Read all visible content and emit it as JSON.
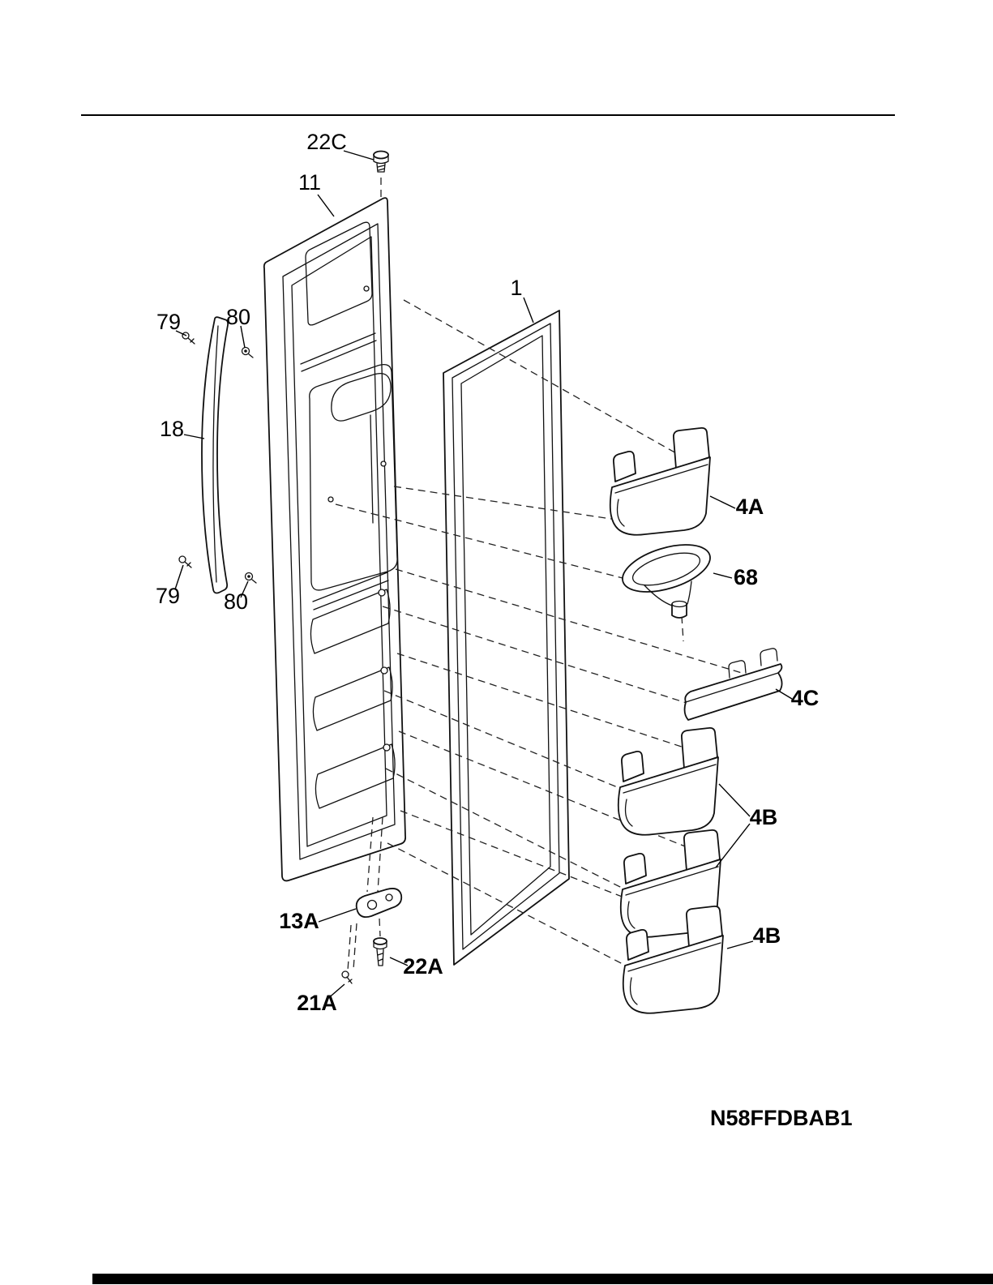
{
  "page": {
    "model_number": "N58FFDBAB1",
    "labels": {
      "screw_22c": "22C",
      "door_panel_11": "11",
      "screw_79_top": "79",
      "stud_80_top": "80",
      "handle_18": "18",
      "screw_79_bottom": "79",
      "stud_80_bottom": "80",
      "gasket_1": "1",
      "door_bin_4a": "4A",
      "funnel_68": "68",
      "door_shelf_4c": "4C",
      "door_bins_4b_upper": "4B",
      "door_bin_4b_lower": "4B",
      "hinge_bracket_13a": "13A",
      "screw_22a": "22A",
      "screw_21a": "21A"
    }
  }
}
